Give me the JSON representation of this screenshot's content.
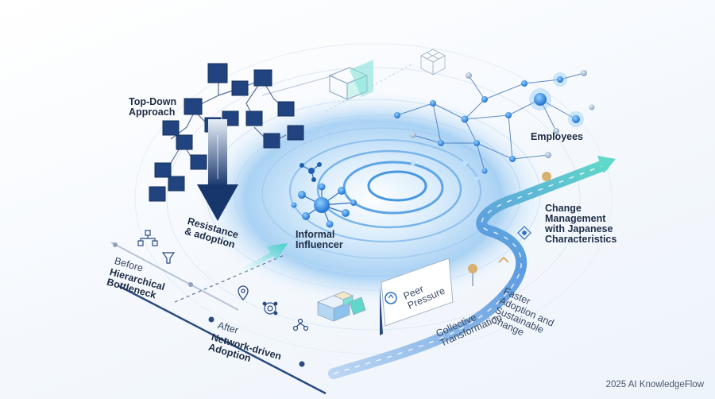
{
  "labels": {
    "top_down": "Top-Down\nApproach",
    "resistance": "Resistance\n& adoption",
    "informal_influencer": "Informal\nInfluencer",
    "employees": "Employees",
    "change_management": "Change\nManagement\nwith Japanese\nCharacteristics",
    "before": "Before",
    "hierarchical_bottleneck": "Hierarchical\nBottleneck",
    "after": "After",
    "network_driven": "Network-driven\nAdoption",
    "peer_pressure": "Peer\nPressure",
    "collective_transformation": "Collective\nTransformation",
    "faster_adoption": "Faster\nAdoption and\nSustainable\nChange"
  },
  "footer": "2025 AI KnowledgeFlow",
  "colors": {
    "navy": "#1d3e7a",
    "blue": "#2f7fd8",
    "light_blue": "#7fc0f0",
    "teal": "#4dd3c8",
    "gold": "#d8b070"
  },
  "icons": [
    "hierarchy-icon",
    "filter-icon",
    "location-pin-icon",
    "target-icon",
    "people-network-icon",
    "cube-stack-icon",
    "wireframe-cube-icon",
    "diamond-network-icon"
  ]
}
